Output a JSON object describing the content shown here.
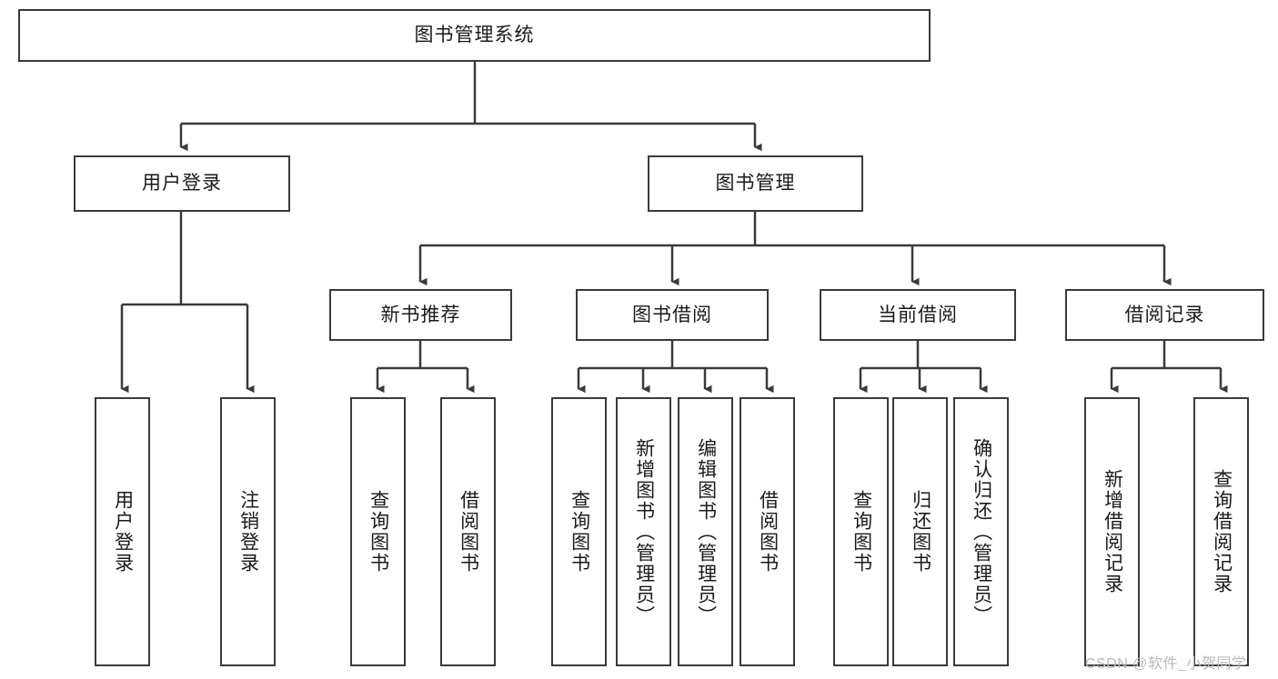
{
  "diagram": {
    "title": "图书管理系统",
    "type": "tree-hierarchy-diagram",
    "colors": {
      "stroke": "#3a3a3a",
      "fill": "#ffffff",
      "text": "#1a1a1a",
      "watermark": "#b9b9b9"
    },
    "root": {
      "label": "图书管理系统"
    },
    "level1": [
      {
        "label": "用户登录"
      },
      {
        "label": "图书管理"
      }
    ],
    "level2": [
      {
        "label": "新书推荐"
      },
      {
        "label": "图书借阅"
      },
      {
        "label": "当前借阅"
      },
      {
        "label": "借阅记录"
      }
    ],
    "leaves": {
      "user_login": [
        {
          "label": "用户登录"
        },
        {
          "label": "注销登录"
        }
      ],
      "new_book_recommend": [
        {
          "label": "查询图书"
        },
        {
          "label": "借阅图书"
        }
      ],
      "book_borrow": [
        {
          "label": "查询图书"
        },
        {
          "label": "新增图书（管理员）"
        },
        {
          "label": "编辑图书（管理员）"
        },
        {
          "label": "借阅图书"
        }
      ],
      "current_borrow": [
        {
          "label": "查询图书"
        },
        {
          "label": "归还图书"
        },
        {
          "label": "确认归还（管理员）"
        }
      ],
      "borrow_record": [
        {
          "label": "新增借阅记录"
        },
        {
          "label": "查询借阅记录"
        }
      ]
    },
    "watermark": "CSDN @软件_小贺同学"
  }
}
